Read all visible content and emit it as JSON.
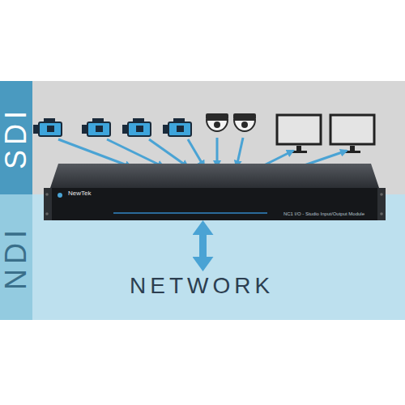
{
  "diagram": {
    "nodes": [
      {
        "text": [
          "SDI"
        ]
      },
      {
        "text": [
          "NDI"
        ]
      },
      {
        "text": [
          "NewTek",
          "NC1 I/O - Studio Input/Output Module"
        ]
      },
      {
        "text": [
          "NETWORK"
        ],
        "in": 1
      }
    ],
    "edges": [
      {
        "from": 2,
        "to": 3,
        "arrow": "both"
      }
    ]
  }
}
